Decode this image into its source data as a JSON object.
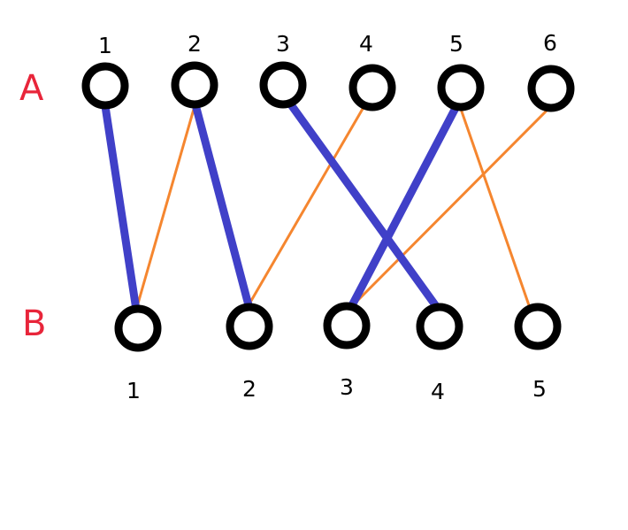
{
  "sets": {
    "A": {
      "label": "A",
      "color": "#e8253a"
    },
    "B": {
      "label": "B",
      "color": "#e8253a"
    }
  },
  "nodes_a": [
    "1",
    "2",
    "3",
    "4",
    "5",
    "6"
  ],
  "nodes_b": [
    "1",
    "2",
    "3",
    "4",
    "5"
  ],
  "edges": [
    {
      "from": "1",
      "to": "1",
      "kind": "matched"
    },
    {
      "from": "2",
      "to": "1",
      "kind": "unmatched"
    },
    {
      "from": "2",
      "to": "2",
      "kind": "matched"
    },
    {
      "from": "3",
      "to": "4",
      "kind": "matched"
    },
    {
      "from": "4",
      "to": "2",
      "kind": "unmatched"
    },
    {
      "from": "5",
      "to": "3",
      "kind": "matched"
    },
    {
      "from": "5",
      "to": "5",
      "kind": "unmatched"
    },
    {
      "from": "6",
      "to": "3",
      "kind": "unmatched"
    }
  ],
  "colors": {
    "matched": "#4040c8",
    "unmatched": "#f5862f",
    "node_stroke": "#000000"
  }
}
